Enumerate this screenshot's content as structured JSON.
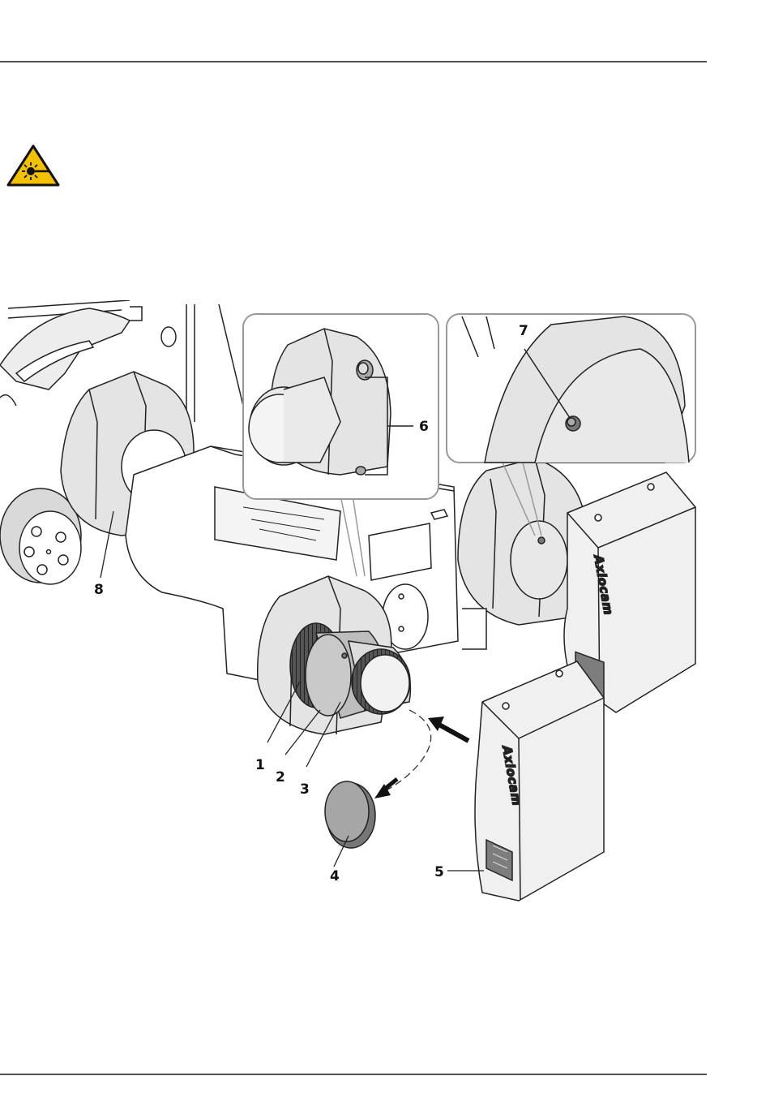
{
  "warning": {
    "icon": "laser-warning-icon",
    "color": "#f2c200"
  },
  "figure": {
    "callouts": {
      "c1": "1",
      "c2": "2",
      "c3": "3",
      "c4": "4",
      "c5": "5",
      "c6": "6",
      "c7": "7",
      "c8": "8"
    },
    "camera_label_front": "Axiocam",
    "camera_label_back": "Axiocam"
  }
}
